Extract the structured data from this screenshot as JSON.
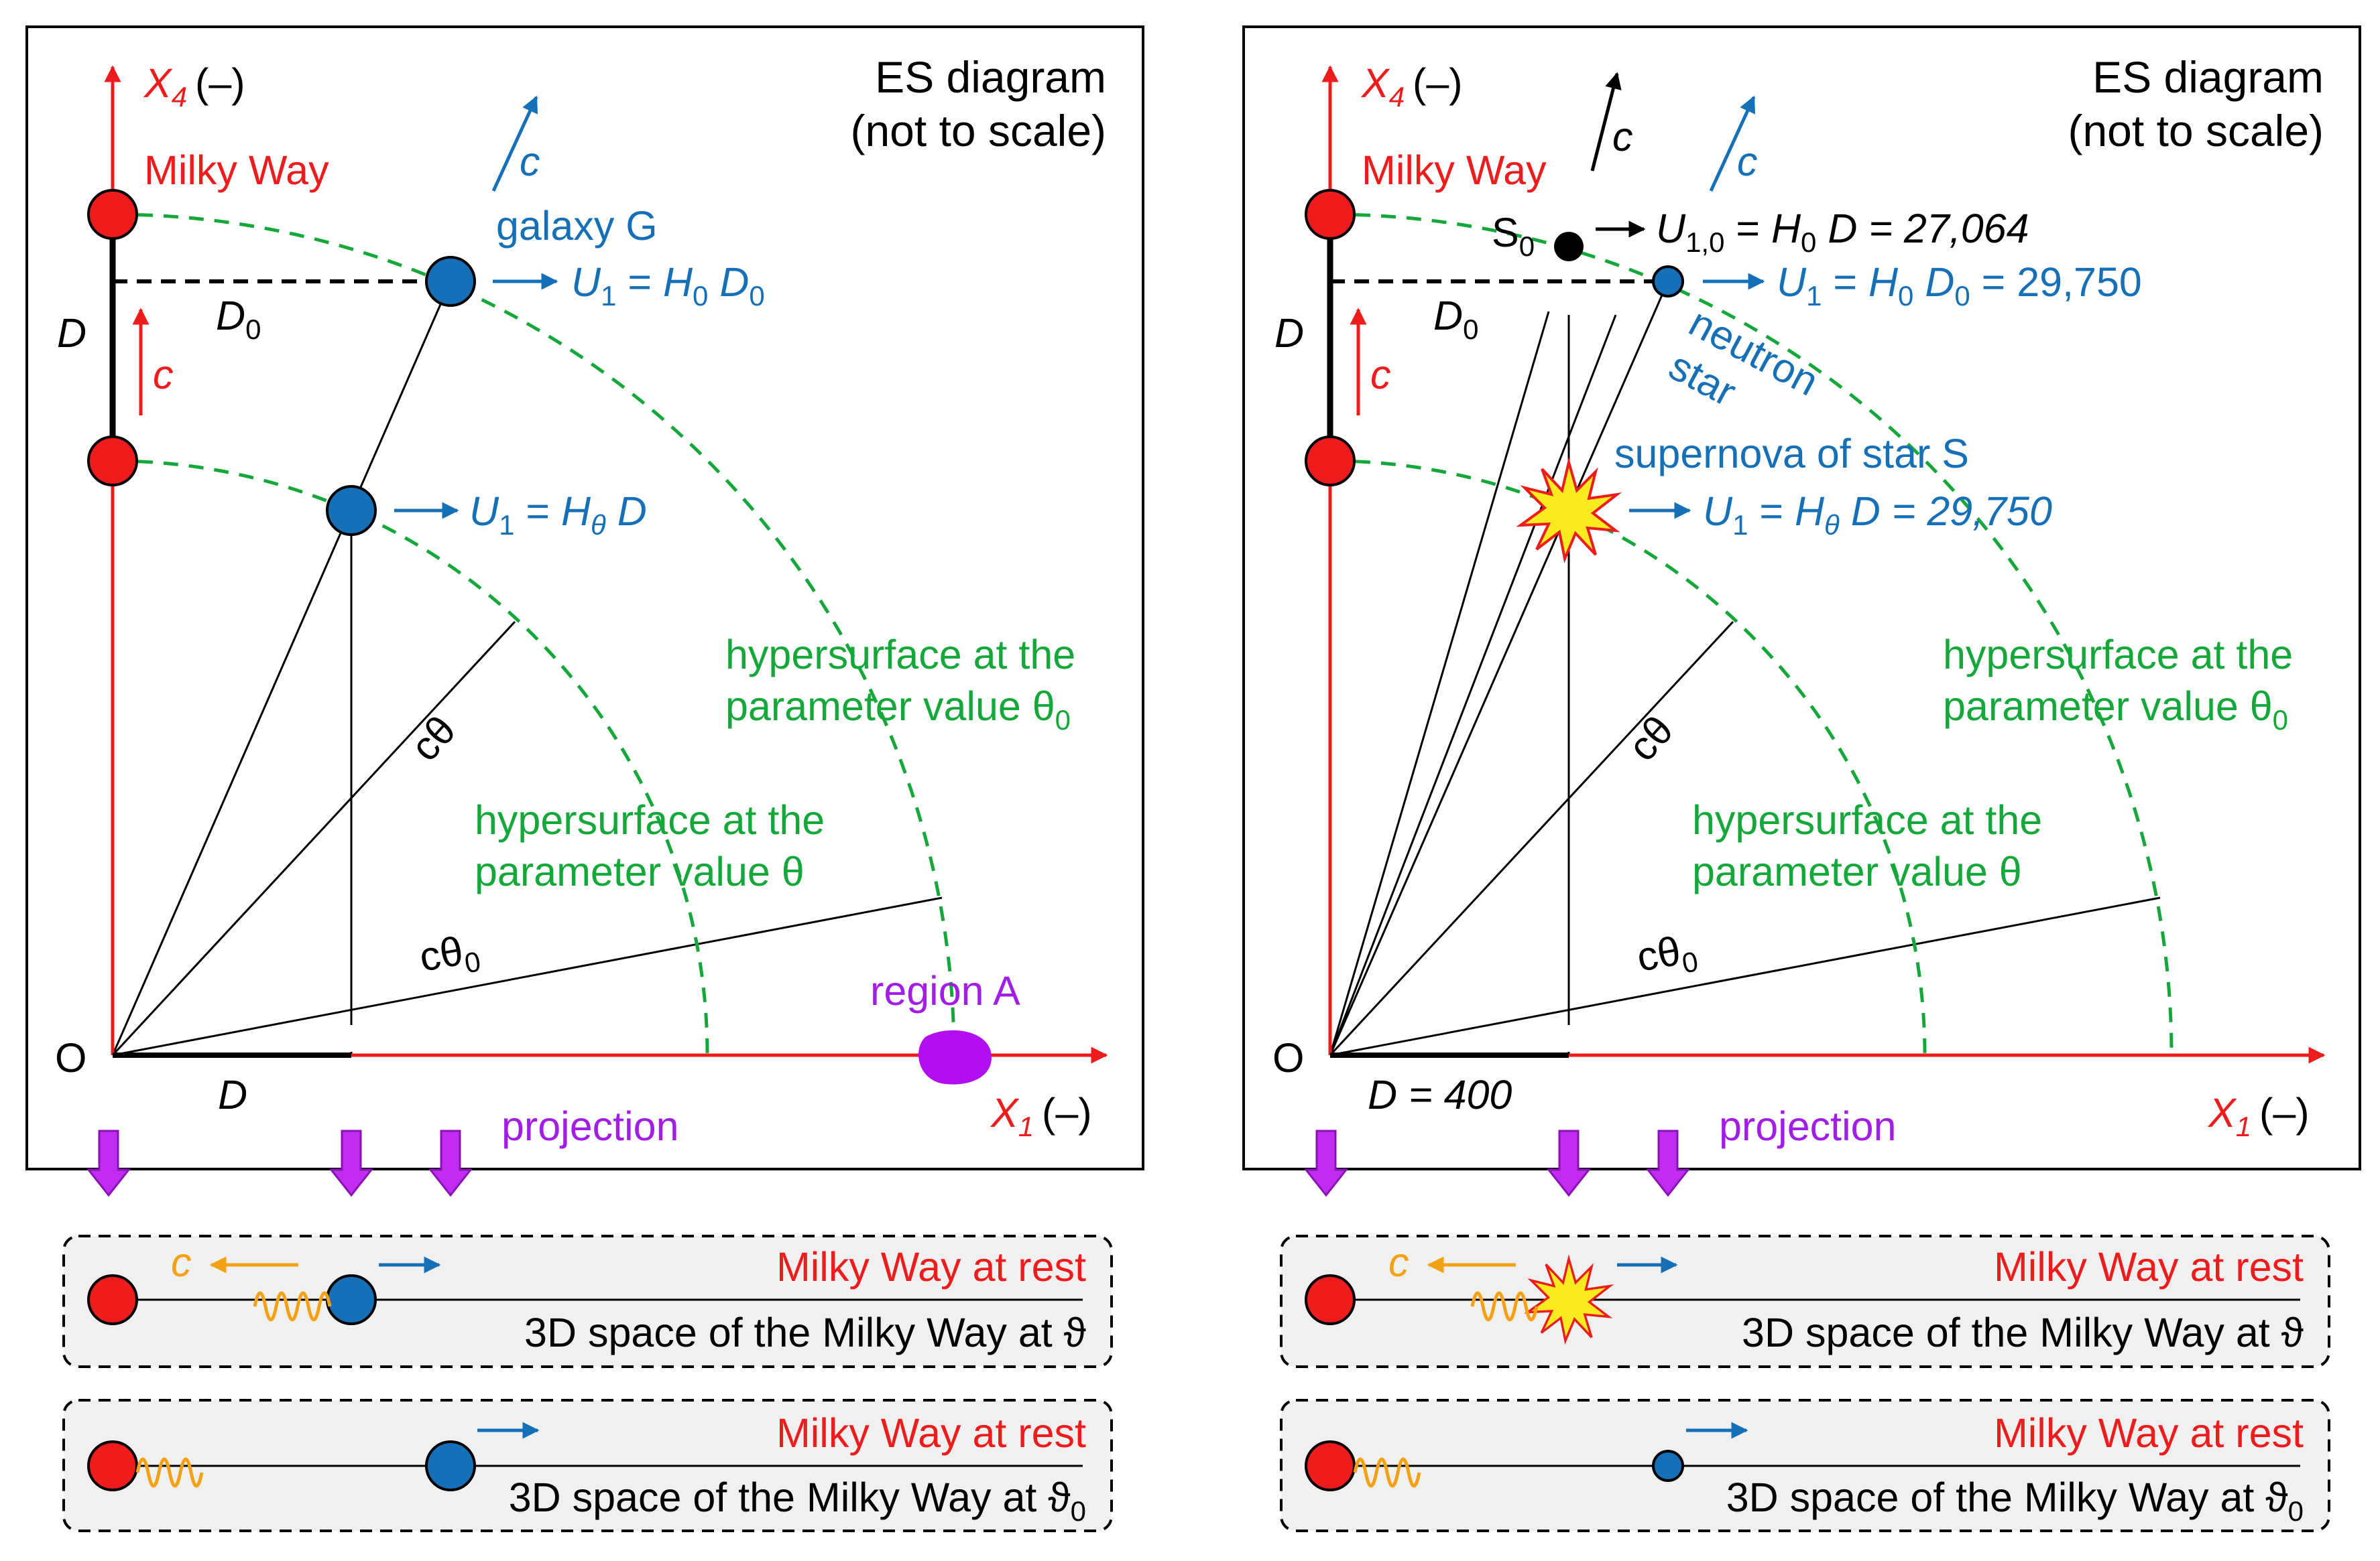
{
  "colors": {
    "red": "#ee1c1c",
    "blue": "#1670b8",
    "green": "#14a83a",
    "purple": "#a21ee6",
    "orange": "#f4a214",
    "black": "#000000",
    "gray_box": "#f0f0f0"
  },
  "left": {
    "title_line1": "ES diagram",
    "title_line2": "(not to scale)",
    "axis_y_var": "X",
    "axis_y_sub": "4",
    "axis_y_unit": "(–)",
    "axis_x_var": "X",
    "axis_x_sub": "1",
    "axis_x_unit": "(–)",
    "origin": "O",
    "milky_way": "Milky Way",
    "c_label": "c",
    "D_label": "D",
    "D0_label": "D",
    "D0_sub": "0",
    "galaxy_label": "galaxy G",
    "u1_top": {
      "a": "U",
      "a_sub": "1",
      "eq": " = ",
      "b": "H",
      "b_sub": "0",
      "c": " D",
      "c_sub": "0"
    },
    "u1_mid": {
      "a": "U",
      "a_sub": "1",
      "eq": " = ",
      "b": "H",
      "b_sub": "θ",
      "c": " D"
    },
    "c_theta": "cθ",
    "c_theta0": "cθ",
    "c_theta0_sub": "0",
    "hyper_outer_1": "hypersurface at the",
    "hyper_outer_2": "parameter value θ",
    "hyper_outer_sub": "0",
    "hyper_inner_1": "hypersurface at the",
    "hyper_inner_2": "parameter value θ",
    "region": "region A",
    "projection": "projection",
    "D_bottom": "D",
    "panel1_rest": "Milky Way at rest",
    "panel1_space": "3D space of the Milky Way at ϑ",
    "panel1_c": "c",
    "panel2_rest": "Milky Way at rest",
    "panel2_space": "3D space of the Milky Way at ϑ",
    "panel2_space_sub": "0"
  },
  "right": {
    "title_line1": "ES diagram",
    "title_line2": "(not to scale)",
    "axis_y_var": "X",
    "axis_y_sub": "4",
    "axis_y_unit": "(–)",
    "axis_x_var": "X",
    "axis_x_sub": "1",
    "axis_x_unit": "(–)",
    "origin": "O",
    "milky_way": "Milky Way",
    "c_label": "c",
    "D_label": "D",
    "D0_label": "D",
    "D0_sub": "0",
    "s0_label": "S",
    "s0_sub": "0",
    "u10": {
      "a": "U",
      "a_sub": "1,0",
      "eq": " = ",
      "b": "H",
      "b_sub": "0",
      "c": " D = 27,064"
    },
    "u1_top": {
      "a": "U",
      "a_sub": "1",
      "eq": " = ",
      "b": "H",
      "b_sub": "0",
      "c": " D",
      "c_sub": "0",
      "d": " = 29,750"
    },
    "neutron_1": "neutron",
    "neutron_2": "star",
    "supernova": "supernova of star S",
    "u1_mid": {
      "a": "U",
      "a_sub": "1",
      "eq": " = ",
      "b": "H",
      "b_sub": "θ",
      "c": " D = 29,750"
    },
    "c_theta": "cθ",
    "c_theta0": "cθ",
    "c_theta0_sub": "0",
    "hyper_outer_1": "hypersurface at the",
    "hyper_outer_2": "parameter value θ",
    "hyper_outer_sub": "0",
    "hyper_inner_1": "hypersurface at the",
    "hyper_inner_2": "parameter value θ",
    "projection": "projection",
    "D_bottom": "D = 400",
    "panel1_rest": "Milky Way at rest",
    "panel1_space": "3D space of the Milky Way at ϑ",
    "panel1_c": "c",
    "panel2_rest": "Milky Way at rest",
    "panel2_space": "3D space of the Milky Way at ϑ",
    "panel2_space_sub": "0"
  }
}
